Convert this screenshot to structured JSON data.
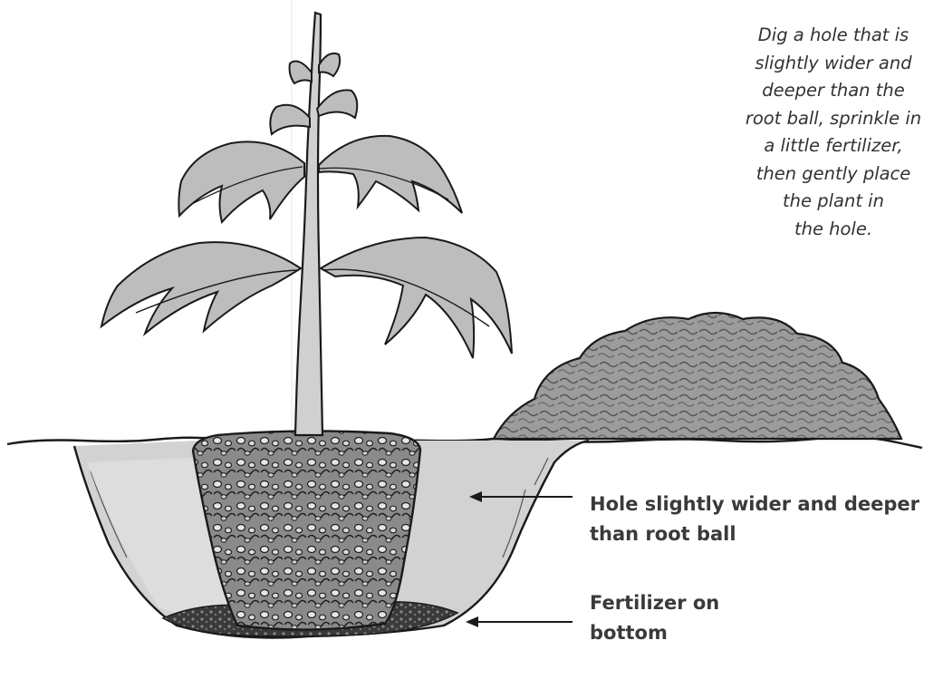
{
  "caption": "Dig a hole that is\nslightly wider and\ndeeper than the\nroot ball, sprinkle in\na little fertilizer,\nthen gently place\nthe plant in\nthe hole.",
  "labels": {
    "hole": "Hole slightly wider and deeper\nthan root ball",
    "fertilizer": "Fertilizer on\nbottom"
  },
  "colors": {
    "ink": "#1a1a1a",
    "hole_shade": "#cfcfcf",
    "soil_pile": "#9a9a9a",
    "root_ball": "#8c8c8c",
    "foliage": "#bdbdbd",
    "fertilizer": "#2a2a2a"
  }
}
